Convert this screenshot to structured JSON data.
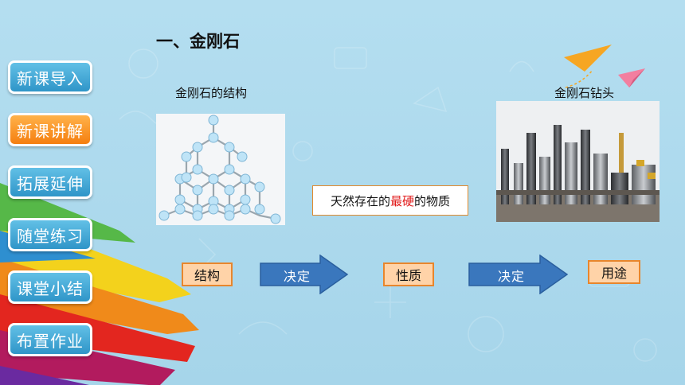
{
  "nav": [
    {
      "label": "新课导入",
      "active": false
    },
    {
      "label": "新课讲解",
      "active": true
    },
    {
      "label": "拓展延伸",
      "active": false
    },
    {
      "label": "随堂练习",
      "active": false
    },
    {
      "label": "课堂小结",
      "active": false
    },
    {
      "label": "布置作业",
      "active": false
    }
  ],
  "title": "一、金刚石",
  "left_caption": "金刚石的结构",
  "right_caption": "金刚石钻头",
  "callout": {
    "before": "天然存在的",
    "highlight": "最硬",
    "after": "的物质"
  },
  "flow": {
    "tag1": "结构",
    "arrow1": "决定",
    "tag2": "性质",
    "arrow2": "决定",
    "tag3": "用途"
  },
  "colors": {
    "accent_active": "#f57f10",
    "nav_blue": "#2f95c8",
    "highlight_red": "#e11b1b",
    "arrow_blue": "#3a77bd"
  }
}
